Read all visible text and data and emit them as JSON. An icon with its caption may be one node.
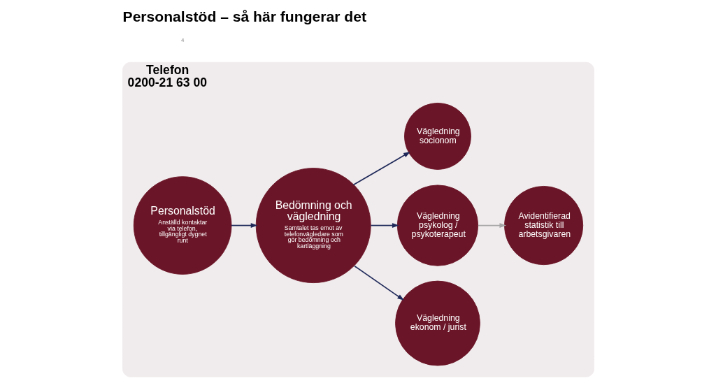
{
  "diagram": {
    "title": "Personalstöd – så här fungerar det",
    "nodes": [
      {
        "text": [
          "Telefon 0200-21 63 00"
        ]
      },
      {
        "text": [
          "Personalstöd",
          "Anställd kontaktar via telefon, tillgängligt dygnet runt"
        ],
        "in": 0
      },
      {
        "text": [
          "Bedömning och vägledning",
          "Samtalet tas emot av telefonvägledare som gör bedömning och kartläggning"
        ],
        "in": 0
      },
      {
        "text": [
          "Vägledning socionom"
        ],
        "in": 0
      },
      {
        "text": [
          "Vägledning psykolog / psykoterapeut"
        ],
        "in": 0
      },
      {
        "text": [
          "Vägledning ekonom / jurist"
        ],
        "in": 0
      },
      {
        "text": [
          "Avidentifierad statistik till arbetsgivaren"
        ],
        "in": 0
      }
    ],
    "edges": [
      {
        "from": 1,
        "to": 2,
        "arrow": "to"
      },
      {
        "from": 2,
        "to": 3,
        "arrow": "to"
      },
      {
        "from": 2,
        "to": 4,
        "arrow": "to"
      },
      {
        "from": 2,
        "to": 5,
        "arrow": "to"
      },
      {
        "from": 4,
        "to": 6,
        "arrow": "to",
        "color": "#a6a6a6"
      }
    ],
    "labels": [
      "4"
    ]
  }
}
